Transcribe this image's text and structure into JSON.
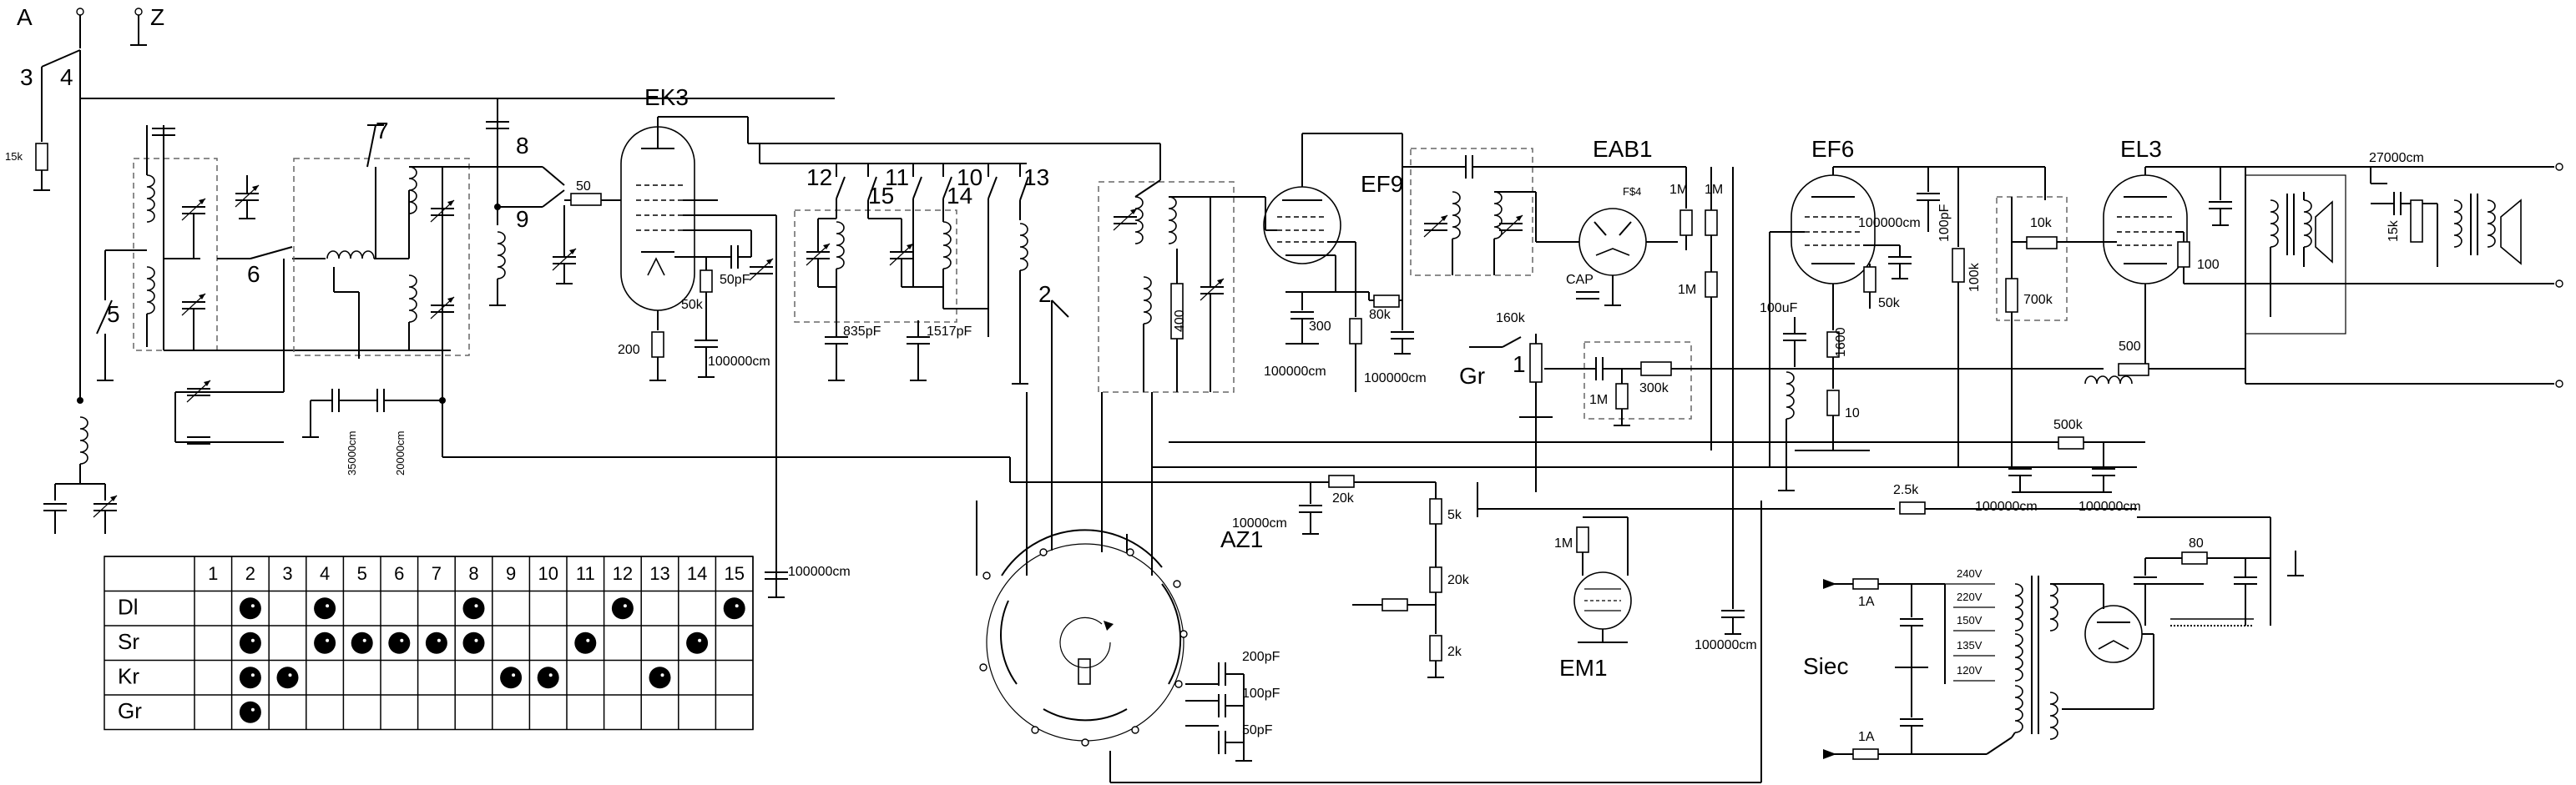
{
  "terminals": {
    "antenna": "A",
    "ground": "Z"
  },
  "tubes": {
    "ek3": "EK3",
    "ef9": "EF9",
    "eab1": "EAB1",
    "ef6": "EF6",
    "el3": "EL3",
    "em1": "EM1",
    "az1": "AZ1"
  },
  "switches": {
    "s1": "1",
    "s2": "2",
    "s3": "3",
    "s4": "4",
    "s5": "5",
    "s6": "6",
    "s7": "7",
    "s8": "8",
    "s9": "9",
    "s10": "10",
    "s11": "11",
    "s12": "12",
    "s13": "13",
    "s14": "14",
    "s15": "15"
  },
  "components": {
    "r_15k_ant": "15k",
    "r_50": "50",
    "r_50k": "50k",
    "r_200": "200",
    "c_50pf": "50pF",
    "c_100000_ek3": "100000cm",
    "c_35000": "35000cm",
    "c_20000": "20000cm",
    "c_835": "835pF",
    "c_1517": "1517pF",
    "r_400": "400",
    "c_300": "300",
    "r_80k": "80k",
    "c_100000_ef9": "100000cm",
    "c_100000_ef9b": "100000cm",
    "r_160k": "160k",
    "cap_label": "CAP",
    "r_1m_a": "1M",
    "r_1m_b": "1M",
    "r_1m_c": "1M",
    "r_1m_d": "1M",
    "r_300k": "300k",
    "pot_label": "Gr",
    "c_100000_ef6": "100000cm",
    "c_100pf_ef6": "100pF",
    "r_50k_ef6": "50k",
    "r_100k": "100k",
    "c_100uf": "100uF",
    "r_1600": "1600",
    "r_10": "10",
    "r_10k": "10k",
    "r_700k": "700k",
    "r_100": "100",
    "c_27000": "27000cm",
    "r_15k_spk": "15k",
    "r_500": "500",
    "r_500k": "500k",
    "c_100000_a": "100000cm",
    "c_100000_b": "100000cm",
    "r_2_5k": "2.5k",
    "r_20k_a": "20k",
    "c_10000": "10000cm",
    "r_5k": "5k",
    "r_20k_b": "20k",
    "r_2k": "2k",
    "c_100000_tbl": "100000cm",
    "c_200pf": "200pF",
    "c_100pf": "100pF",
    "c_50pf_b": "50pF",
    "c_100000_em1": "100000cm",
    "r_1m_em1": "1M",
    "fuse_a": "1A",
    "fuse_b": "1A",
    "mains": "Siec",
    "r_80": "80",
    "tap_240": "240V",
    "tap_220": "220V",
    "tap_150": "150V",
    "tap_135": "135V",
    "tap_120": "120V",
    "diode_small": "F$4"
  },
  "table": {
    "columns": [
      "1",
      "2",
      "3",
      "4",
      "5",
      "6",
      "7",
      "8",
      "9",
      "10",
      "11",
      "12",
      "13",
      "14",
      "15"
    ],
    "rows": [
      {
        "label": "Dl",
        "on": [
          2,
          4,
          8,
          12,
          15
        ]
      },
      {
        "label": "Sr",
        "on": [
          2,
          4,
          5,
          6,
          7,
          8,
          11,
          14
        ]
      },
      {
        "label": "Kr",
        "on": [
          2,
          3,
          9,
          10,
          13
        ]
      },
      {
        "label": "Gr",
        "on": [
          2
        ]
      }
    ]
  }
}
